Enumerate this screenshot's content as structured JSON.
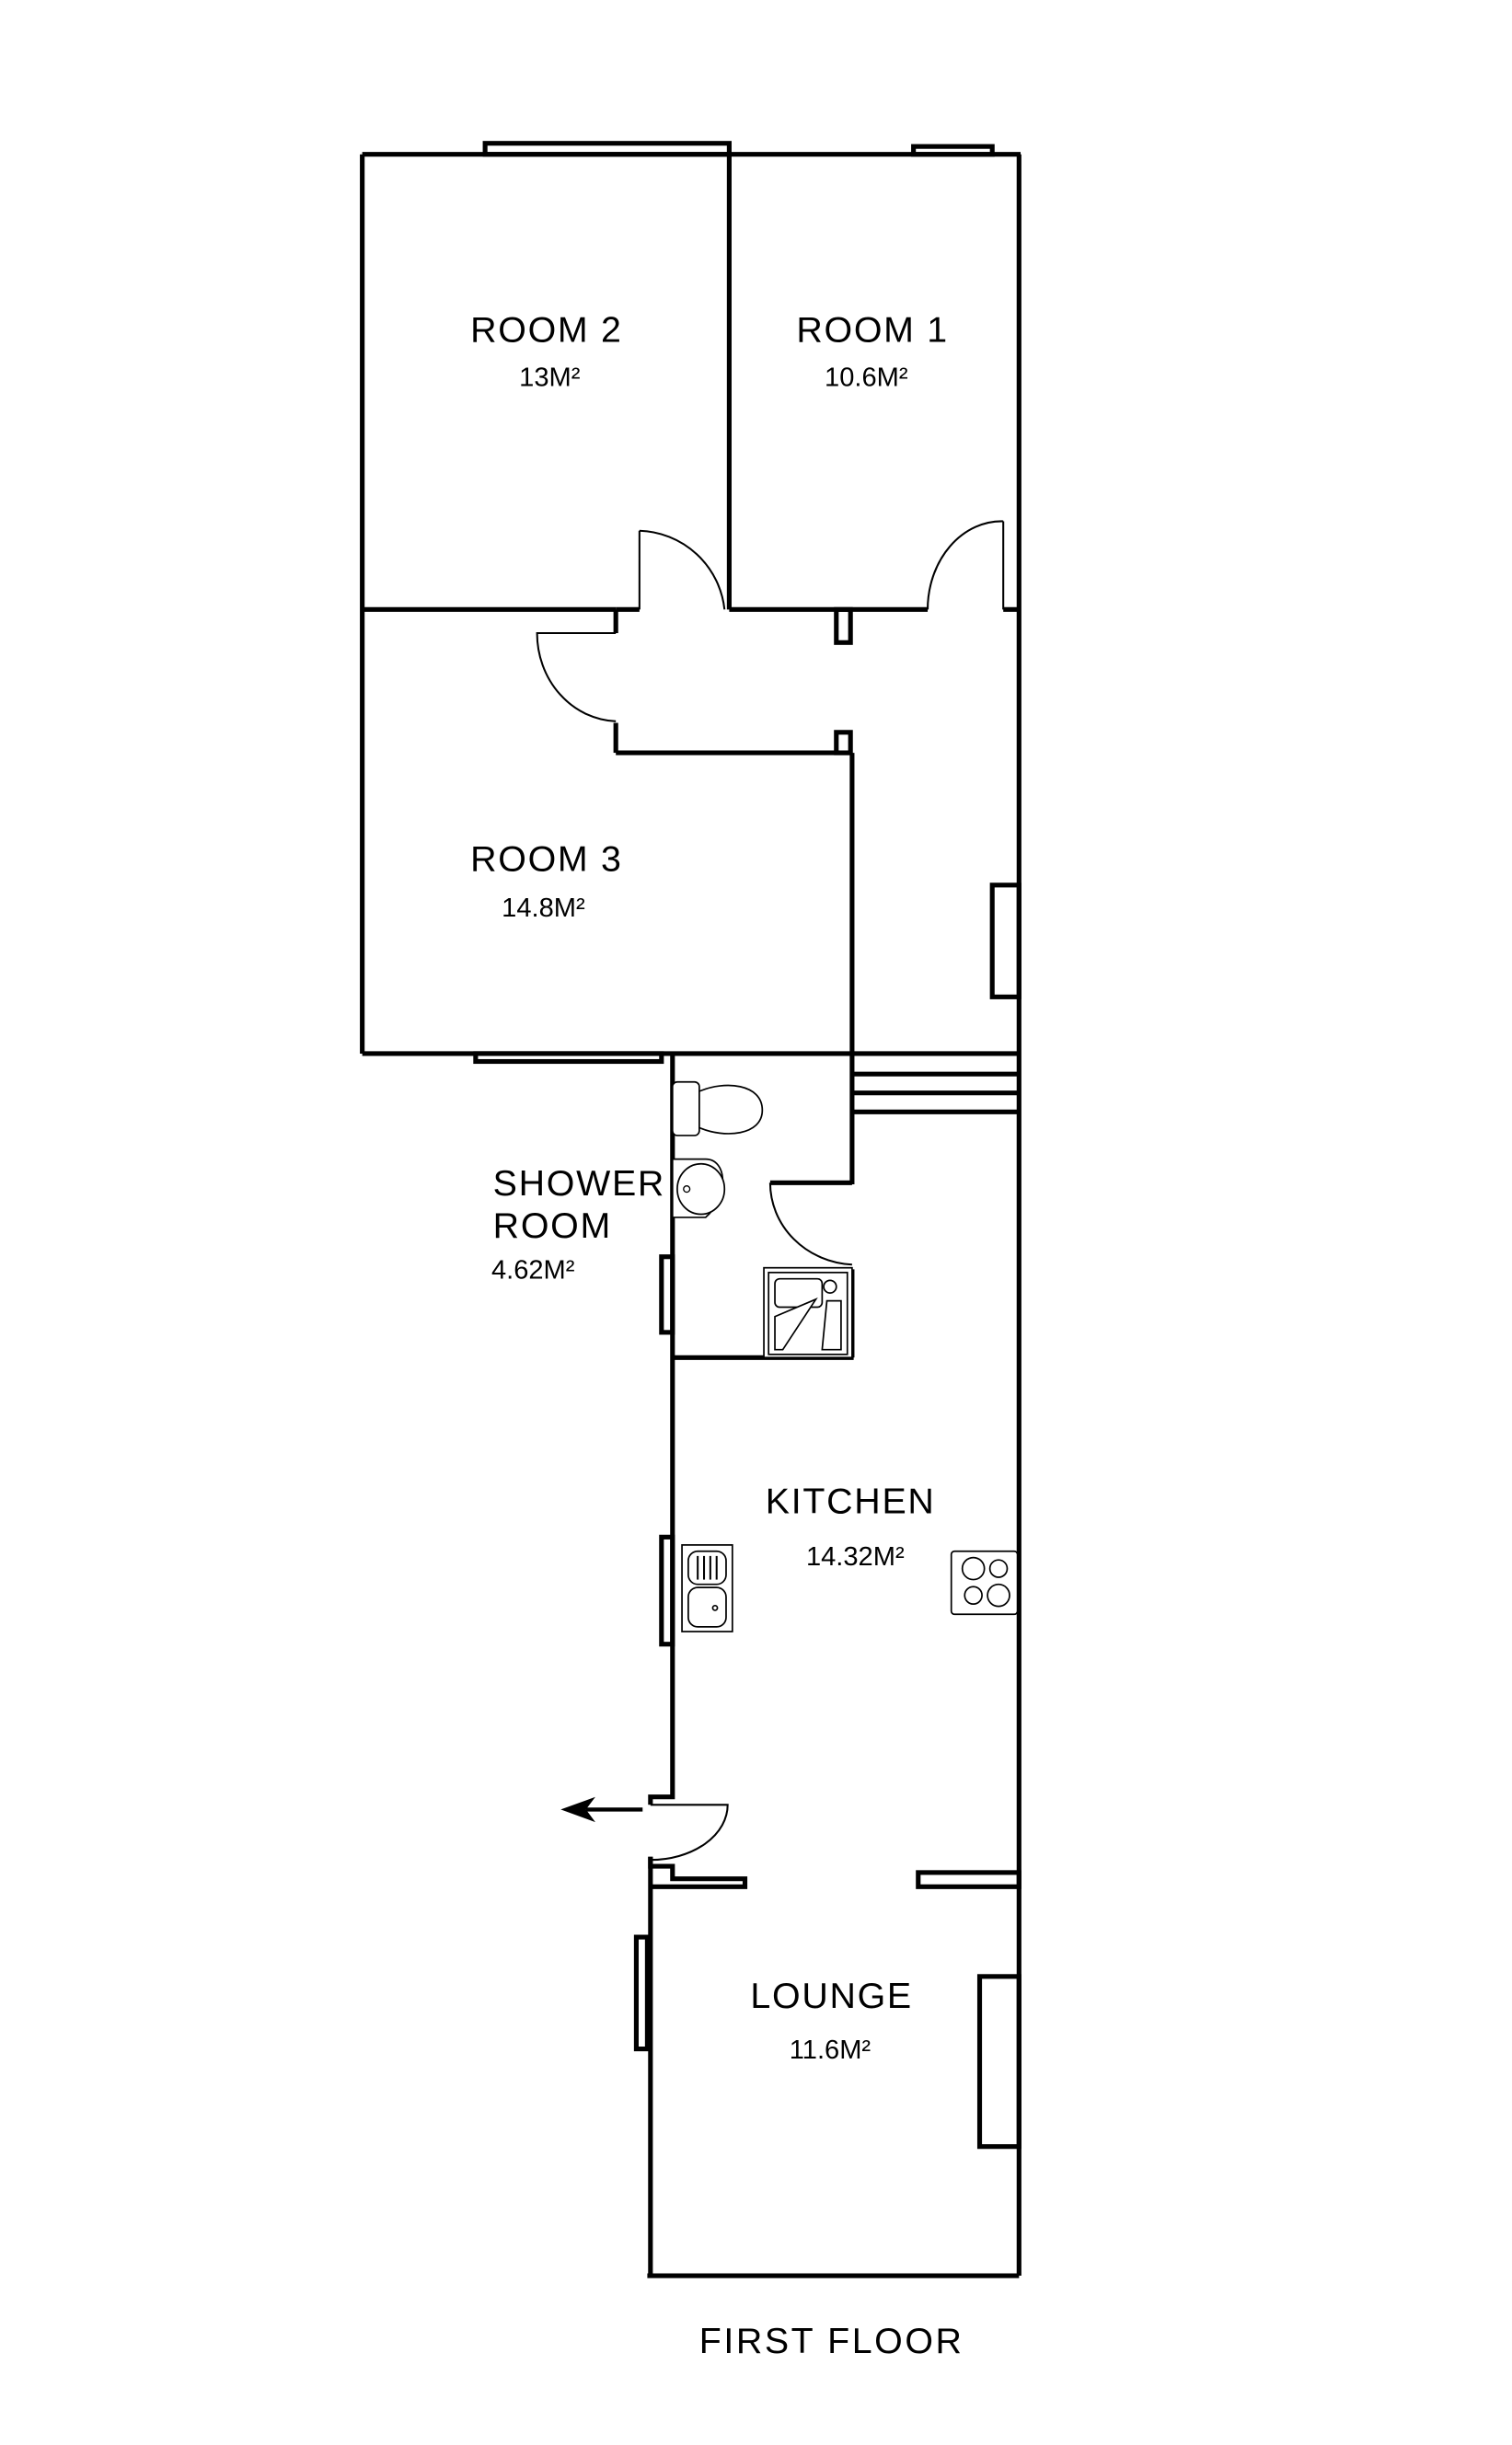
{
  "plan": {
    "title": "FIRST FLOOR",
    "rooms": [
      {
        "name": "ROOM 2",
        "area": "13M²"
      },
      {
        "name": "ROOM 1",
        "area": "10.6M²"
      },
      {
        "name": "ROOM 3",
        "area": "14.8M²"
      },
      {
        "name_line1": "SHOWER",
        "name_line2": "ROOM",
        "area": "4.62M²"
      },
      {
        "name": "KITCHEN",
        "area": "14.32M²"
      },
      {
        "name": "LOUNGE",
        "area": "11.6M²"
      }
    ],
    "colors": {
      "line": "#000000",
      "background": "#ffffff"
    },
    "icons": [
      "toilet-icon",
      "washbasin-icon",
      "shower-tray-icon",
      "sink-icon",
      "hob-icon",
      "entrance-arrow-icon"
    ]
  }
}
